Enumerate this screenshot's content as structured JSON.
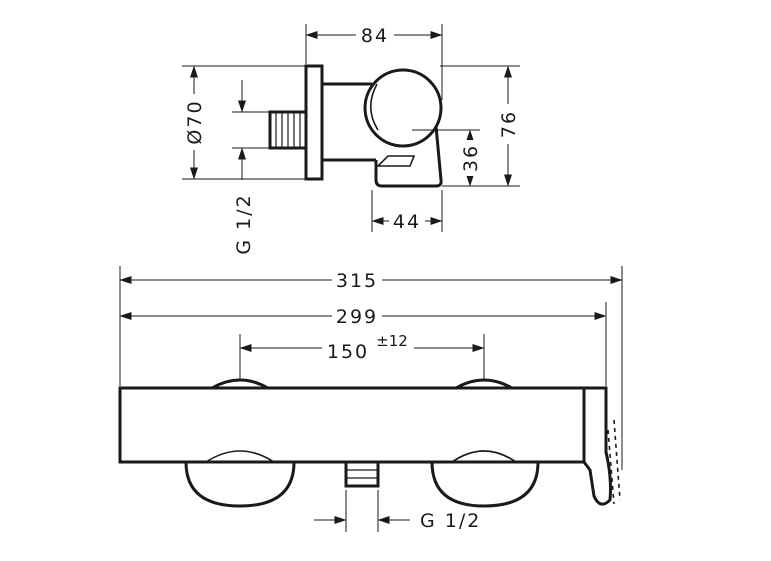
{
  "diagram": {
    "colors": {
      "line": "#1a1a1a",
      "background": "#ffffff"
    },
    "side_view": {
      "width_top": "84",
      "diameter": "Ø70",
      "height": "76",
      "outlet_height": "36",
      "outlet_depth": "44",
      "thread": "G 1/2"
    },
    "front_view": {
      "overall_length": "315",
      "body_length": "299",
      "center_distance": "150",
      "center_tolerance": "±12",
      "outlet_thread": "G 1/2"
    }
  }
}
